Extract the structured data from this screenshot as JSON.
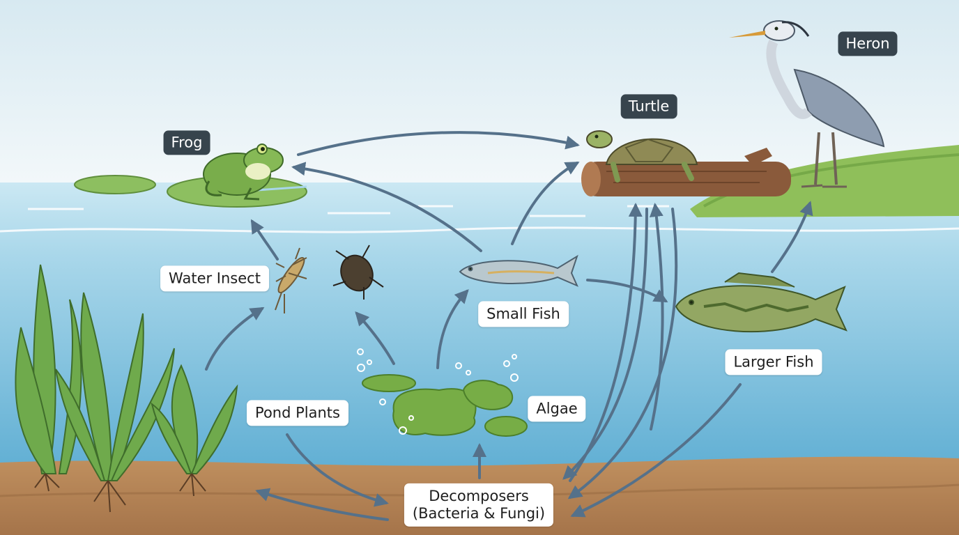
{
  "labels": {
    "frog": "Frog",
    "turtle": "Turtle",
    "heron": "Heron",
    "water_insect": "Water Insect",
    "small_fish": "Small Fish",
    "larger_fish": "Larger Fish",
    "pond_plants": "Pond Plants",
    "algae": "Algae",
    "decomposers_line1": "Decomposers",
    "decomposers_line2": "(Bacteria & Fungi)"
  },
  "colors": {
    "sky": "#eaf4f8",
    "water_surface": "#c9e6f2",
    "water_deep": "#6fb8d8",
    "sediment": "#b9875c",
    "grass_bank": "#8fbf5a",
    "arrow": "#55718a",
    "dark_label": "#37444d"
  },
  "icons": [
    "frog-icon",
    "turtle-icon",
    "heron-icon",
    "water-insect-icon",
    "beetle-icon",
    "small-fish-icon",
    "larger-fish-icon",
    "pond-plant-icon",
    "algae-icon",
    "lily-pad-icon",
    "log-icon"
  ]
}
